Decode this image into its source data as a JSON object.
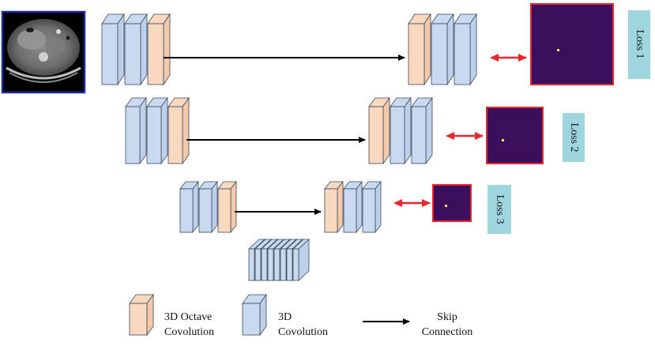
{
  "colors": {
    "octave_front": "#F8D8BF",
    "octave_side": "#F2C9A9",
    "conv_front": "#C9DAF0",
    "conv_side": "#BCD0EC",
    "block_edge": "#3d4a5c",
    "heatmap_bg": "#3B0F5C",
    "heatmap_border": "#E8262E",
    "heatmap_dot": "#F5E94B",
    "loss_box": "#9ED5DF",
    "double_arrow": "#E8262E",
    "skip_arrow": "#000000"
  },
  "losses": [
    {
      "label": "Loss 1"
    },
    {
      "label": "Loss 2"
    },
    {
      "label": "Loss 3"
    }
  ],
  "legend": {
    "octave": {
      "line1": "3D Octave",
      "line2": "Covolution",
      "icon": "octave-block-icon"
    },
    "conv": {
      "line1": "3D",
      "line2": "Covolution",
      "icon": "conv-block-icon"
    },
    "skip": {
      "line1": "Skip",
      "line2": "Connection",
      "icon": "skip-arrow-icon"
    }
  },
  "input_image": {
    "description_icon": "ct-scan-thumbnail"
  }
}
